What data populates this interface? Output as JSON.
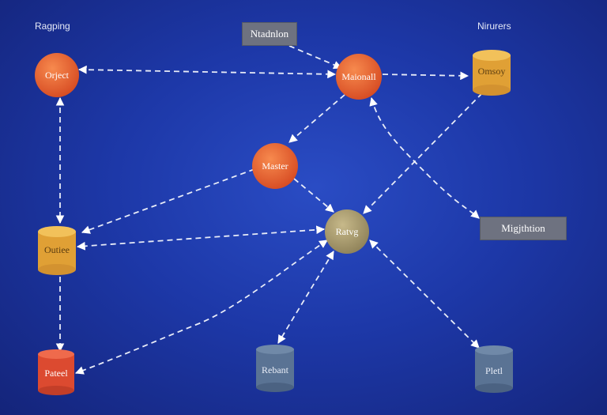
{
  "corner_labels": {
    "top_left": "Ragping",
    "top_right": "Nirurers"
  },
  "boxes": {
    "top": "Ntadnlon",
    "right": "Migjthtion"
  },
  "circles": {
    "object": "Orject",
    "mainnall": "Maionall",
    "master": "Master",
    "hub": "Ratvg"
  },
  "cylinders": {
    "top_right": "Omsoy",
    "left": "Outiee",
    "bottom_left": "Pateel",
    "bottom_mid": "Rebant",
    "bottom_right": "Pletl"
  },
  "colors": {
    "background": "#1d38a8",
    "orange_node": "#e8582c",
    "gold_node": "#e3a53a",
    "hub_node": "#a89a6c",
    "red_node": "#e0452f",
    "steel_node": "#5a7394",
    "edge": "#e8ecf8"
  }
}
